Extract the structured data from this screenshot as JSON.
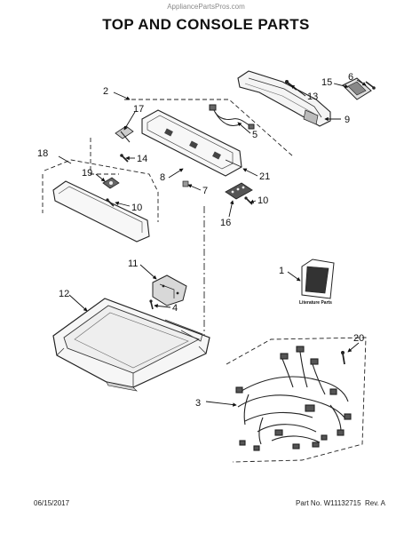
{
  "watermark": "AppliancePartsPros.com",
  "title": "TOP AND CONSOLE PARTS",
  "callouts": {
    "c1": "1",
    "c2": "2",
    "c3": "3",
    "c4": "4",
    "c5": "5",
    "c6": "6",
    "c7": "7",
    "c8": "8",
    "c9": "9",
    "c10a": "10",
    "c10b": "10",
    "c11": "11",
    "c12": "12",
    "c13": "13",
    "c14": "14",
    "c15": "15",
    "c16": "16",
    "c17": "17",
    "c18": "18",
    "c19": "19",
    "c20": "20",
    "c21": "21"
  },
  "literature_label": "Literature Parts",
  "footer": {
    "date": "06/15/2017",
    "part_no": "Part No.  W11132715",
    "rev": "Rev.  A"
  }
}
